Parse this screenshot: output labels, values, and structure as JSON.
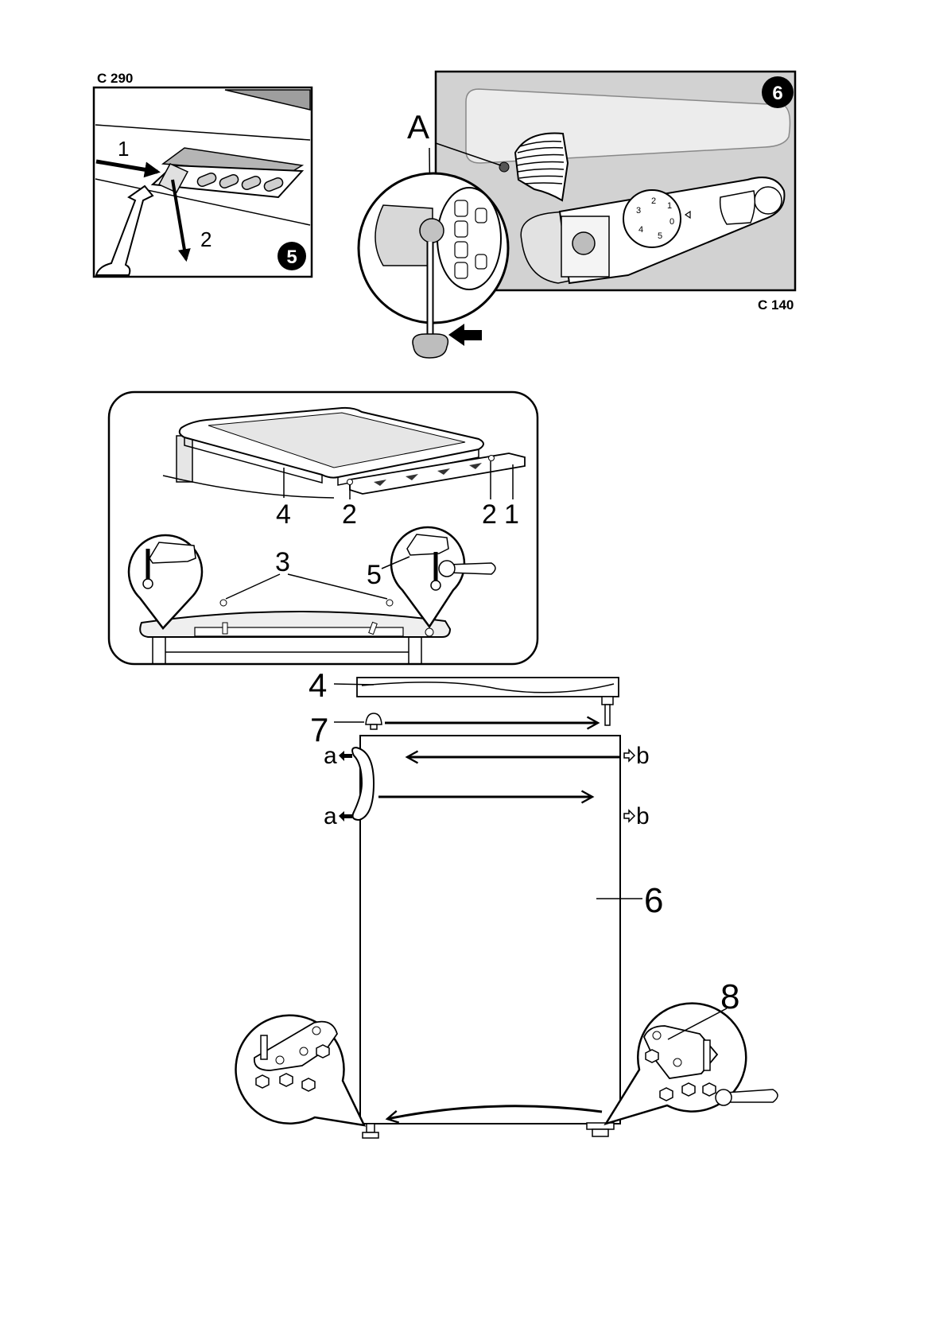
{
  "figure5": {
    "model": "C 290",
    "badge": "5",
    "step1": "1",
    "step2": "2"
  },
  "figure6": {
    "model": "C 140",
    "badge": "6",
    "callout": "A",
    "dial_marks": {
      "d1": "1",
      "d2": "2",
      "d3": "3",
      "d4": "4",
      "d5": "5",
      "d0": "0"
    }
  },
  "worktop_panel": {
    "worktop": "4",
    "screw_left": "2",
    "screw_right": "2",
    "rail": "1",
    "screws_top": "3",
    "bracket": "5"
  },
  "door_reversal": {
    "worktop": "4",
    "cap": "7",
    "handle_top": "a",
    "handle_bottom": "a",
    "new_top": "b",
    "new_bottom": "b",
    "door": "6",
    "hinge": "8"
  }
}
